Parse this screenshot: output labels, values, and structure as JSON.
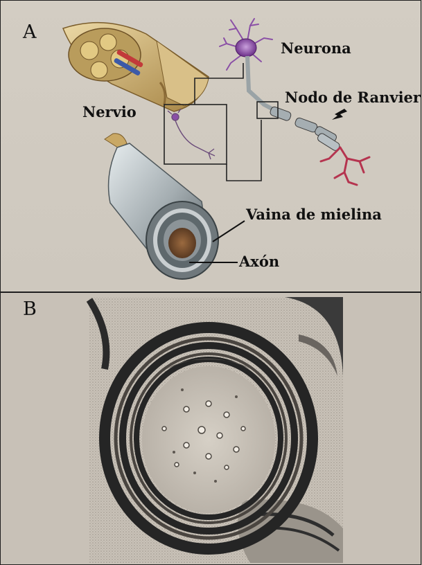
{
  "panels": {
    "a": {
      "letter": "A",
      "labels": {
        "neurona": "Neurona",
        "nodo": "Nodo de Ranvier",
        "nervio": "Nervio",
        "vaina": "Vaina de mielina",
        "axon": "Axón"
      }
    },
    "b": {
      "letter": "B"
    }
  },
  "colors": {
    "neuron": "#8a4fa6",
    "dendrite": "#b5344f",
    "myelin_gray": "#9aa3a6",
    "axon_core": "#7b5232",
    "nerve_tan": "#c9a865",
    "micrograph_dark": "#252525"
  }
}
